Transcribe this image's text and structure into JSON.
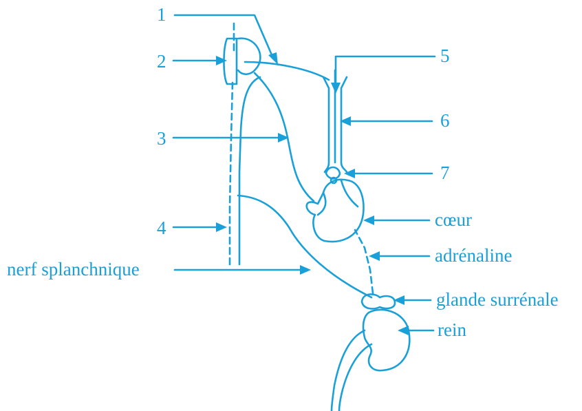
{
  "diagram": {
    "color": "#1aa0d8",
    "labels": {
      "l1": "1",
      "l2": "2",
      "l3": "3",
      "l4": "4",
      "l5": "5",
      "l6": "6",
      "l7": "7",
      "coeur": "cœur",
      "adrenaline": "adrénaline",
      "nerf": "nerf splanchnique",
      "glande": "glande surrénale",
      "rein": "rein"
    }
  }
}
